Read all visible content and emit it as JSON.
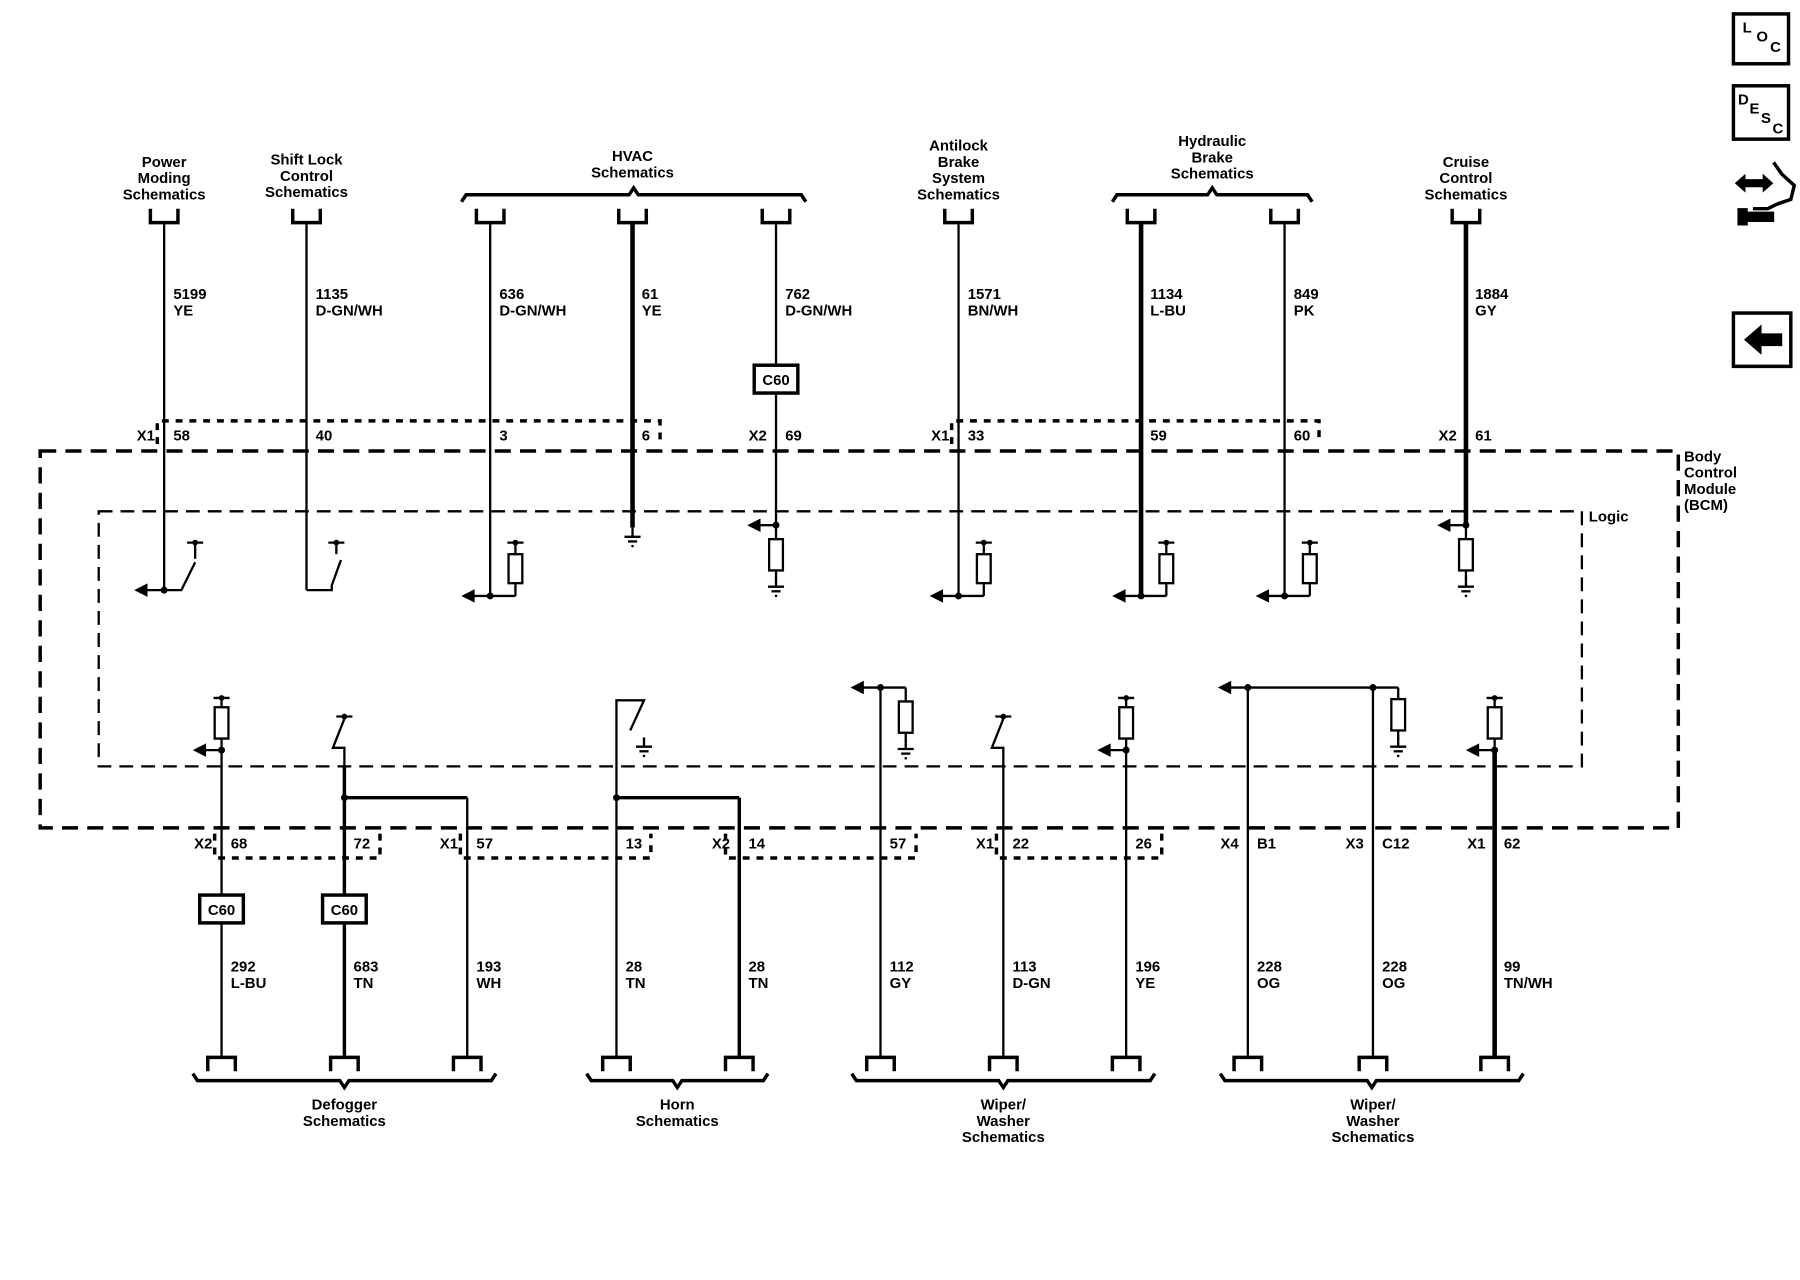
{
  "module": {
    "name_lines": [
      "Body",
      "Control",
      "Module",
      "(BCM)"
    ],
    "logic_label": "Logic"
  },
  "nav_icons": {
    "loc": {
      "letters": [
        "L",
        "O",
        "C"
      ]
    },
    "desc": {
      "letters": [
        "D",
        "E",
        "S",
        "C"
      ]
    },
    "tools": "connector-tools-icon",
    "back": "back-arrow-icon"
  },
  "top_groups": [
    {
      "lines": [
        "Power",
        "Moding",
        "Schematics"
      ]
    },
    {
      "lines": [
        "Shift Lock",
        "Control",
        "Schematics"
      ]
    },
    {
      "lines": [
        "HVAC",
        "Schematics"
      ]
    },
    {
      "lines": [
        "Antilock",
        "Brake",
        "System",
        "Schematics"
      ]
    },
    {
      "lines": [
        "Hydraulic",
        "Brake",
        "Schematics"
      ]
    },
    {
      "lines": [
        "Cruise",
        "Control",
        "Schematics"
      ]
    }
  ],
  "top_circuits": [
    {
      "circuit": "5199",
      "color": "YE",
      "connector": "X1",
      "pin": "58"
    },
    {
      "circuit": "1135",
      "color": "D-GN/WH",
      "connector": "",
      "pin": "40"
    },
    {
      "circuit": "636",
      "color": "D-GN/WH",
      "connector": "",
      "pin": "3"
    },
    {
      "circuit": "61",
      "color": "YE",
      "connector": "",
      "pin": "6"
    },
    {
      "circuit": "762",
      "color": "D-GN/WH",
      "connector": "X2",
      "pin": "69",
      "inline": "C60"
    },
    {
      "circuit": "1571",
      "color": "BN/WH",
      "connector": "X1",
      "pin": "33"
    },
    {
      "circuit": "1134",
      "color": "L-BU",
      "connector": "",
      "pin": "59"
    },
    {
      "circuit": "849",
      "color": "PK",
      "connector": "",
      "pin": "60"
    },
    {
      "circuit": "1884",
      "color": "GY",
      "connector": "X2",
      "pin": "61"
    }
  ],
  "bottom_groups": [
    {
      "lines": [
        "Defogger",
        "Schematics"
      ]
    },
    {
      "lines": [
        "Horn",
        "Schematics"
      ]
    },
    {
      "lines": [
        "Wiper/",
        "Washer",
        "Schematics"
      ]
    },
    {
      "lines": [
        "Wiper/",
        "Washer",
        "Schematics"
      ]
    }
  ],
  "bottom_circuits": [
    {
      "circuit": "292",
      "color": "L-BU",
      "connector": "X2",
      "pin": "68",
      "inline": "C60"
    },
    {
      "circuit": "683",
      "color": "TN",
      "connector": "",
      "pin": "72",
      "inline": "C60"
    },
    {
      "circuit": "193",
      "color": "WH",
      "connector": "X1",
      "pin": "57"
    },
    {
      "circuit": "28",
      "color": "TN",
      "connector": "",
      "pin": "13"
    },
    {
      "circuit": "28",
      "color": "TN",
      "connector": "X2",
      "pin": "14"
    },
    {
      "circuit": "112",
      "color": "GY",
      "connector": "",
      "pin": "57"
    },
    {
      "circuit": "113",
      "color": "D-GN",
      "connector": "X1",
      "pin": "22"
    },
    {
      "circuit": "196",
      "color": "YE",
      "connector": "",
      "pin": "26"
    },
    {
      "circuit": "228",
      "color": "OG",
      "connector": "X4",
      "pin": "B1"
    },
    {
      "circuit": "228",
      "color": "OG",
      "connector": "X3",
      "pin": "C12"
    },
    {
      "circuit": "99",
      "color": "TN/WH",
      "connector": "X1",
      "pin": "62"
    }
  ]
}
